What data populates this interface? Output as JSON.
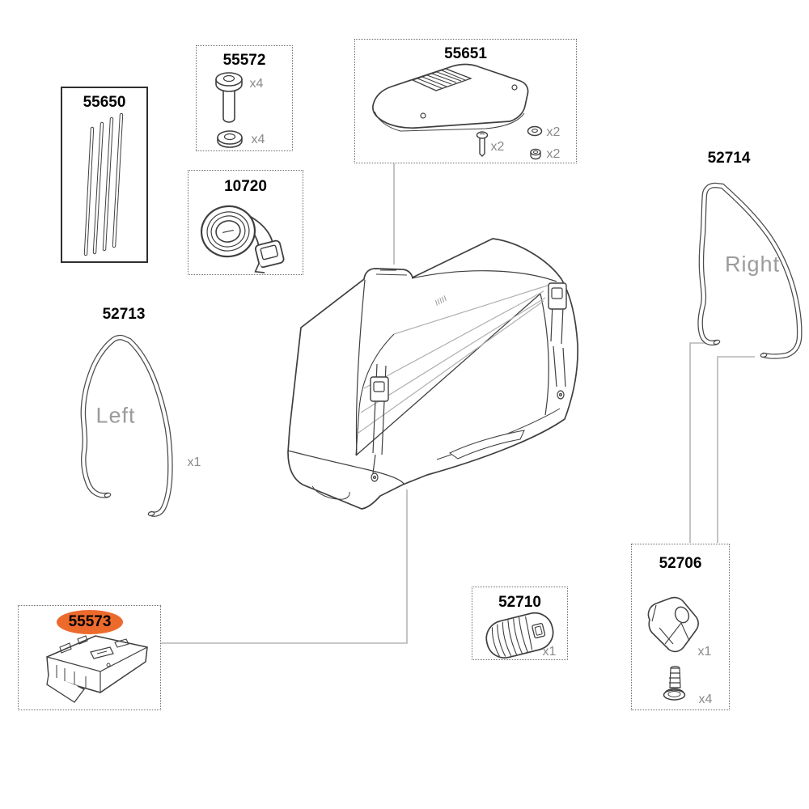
{
  "colors": {
    "background": "#ffffff",
    "outline": "#3f3f3f",
    "connector": "#b5b5b5",
    "quantity_text": "#8a8a8a",
    "side_label_text": "#9b9b9b",
    "highlight": "#ed6a2d",
    "part_number_text": "#000000"
  },
  "parts": {
    "p55650": {
      "number": "55650"
    },
    "p55572": {
      "number": "55572",
      "bolt_qty": "x4",
      "washer_qty": "x4"
    },
    "p10720": {
      "number": "10720"
    },
    "p55651": {
      "number": "55651",
      "screw_qty": "x2",
      "washer_qty": "x2",
      "nut_qty": "x2"
    },
    "p52714": {
      "number": "52714",
      "side": "Right"
    },
    "p52713": {
      "number": "52713",
      "side": "Left",
      "qty": "x1"
    },
    "p52710": {
      "number": "52710",
      "qty": "x1"
    },
    "p52706": {
      "number": "52706",
      "bracket_qty": "x1",
      "screw_qty": "x4"
    },
    "p55573": {
      "number": "55573",
      "highlighted": true
    }
  }
}
